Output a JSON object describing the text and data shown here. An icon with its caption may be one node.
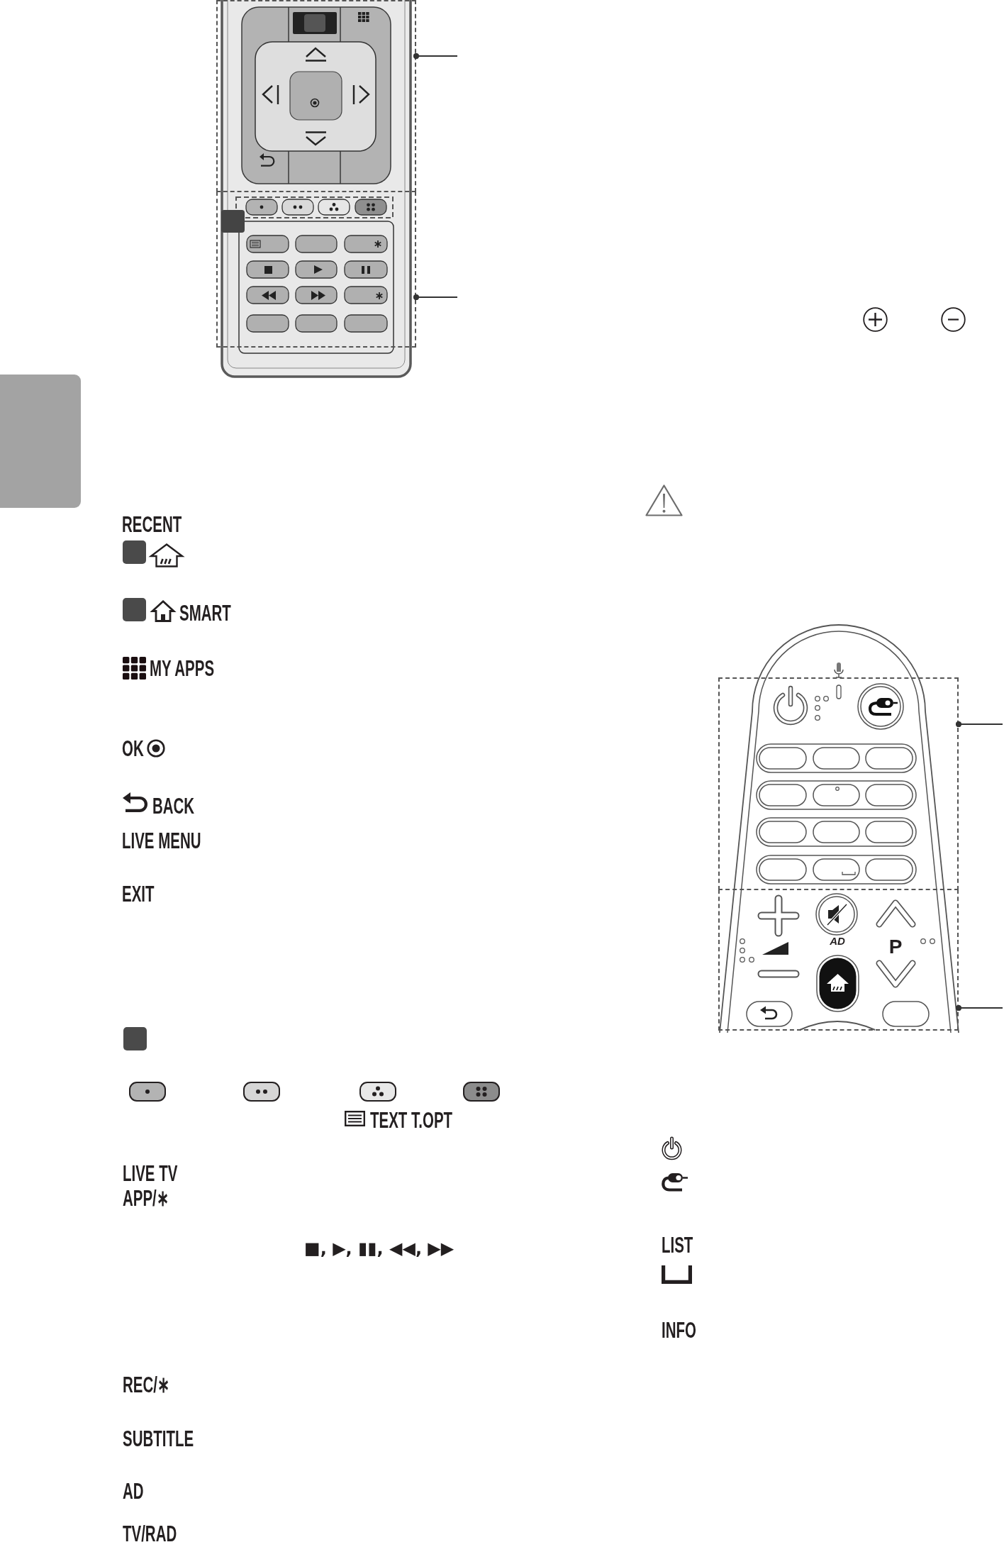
{
  "diagram": {
    "nodes": [
      {
        "text": [],
        "shape": "box"
      },
      {
        "text": [],
        "shape": "box"
      },
      {
        "text": [],
        "shape": "bar"
      },
      {
        "text": [],
        "shape": "box"
      },
      {
        "text": [],
        "shape": "box"
      }
    ],
    "edges": [
      {
        "from": 0,
        "to": null,
        "arrow": "other"
      },
      {
        "from": 1,
        "to": null,
        "arrow": "other"
      },
      {
        "from": 3,
        "to": null,
        "arrow": "other"
      },
      {
        "from": 4,
        "to": null,
        "arrow": "other"
      }
    ],
    "labels": [
      "RECENT",
      "SMART",
      "MY APPS",
      "OK",
      "BACK",
      "LIVE MENU",
      "EXIT",
      "TEXT T.OPT",
      "LIVE TV",
      "APP/∗",
      "■, ▶, ▮▮, ◀◀, ▶▶",
      "REC/∗",
      "SUBTITLE",
      "AD",
      "TV/RAD",
      "AD",
      "P",
      "LIST",
      "INFO"
    ]
  }
}
